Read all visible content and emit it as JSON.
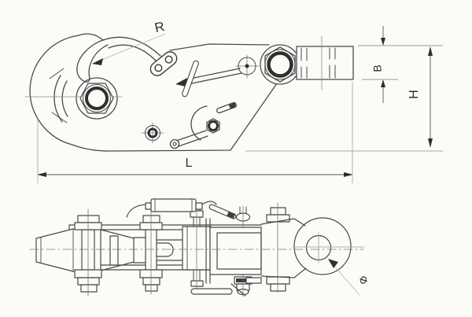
{
  "drawing": {
    "labels": {
      "radius": "R",
      "thickness": "B",
      "height": "H",
      "length": "L",
      "diameter": "Φ"
    },
    "colors": {
      "line": "#4a4a4a",
      "dim_line": "#555555",
      "leader": "#b8b8b8",
      "background": "#fcfbf8"
    }
  }
}
